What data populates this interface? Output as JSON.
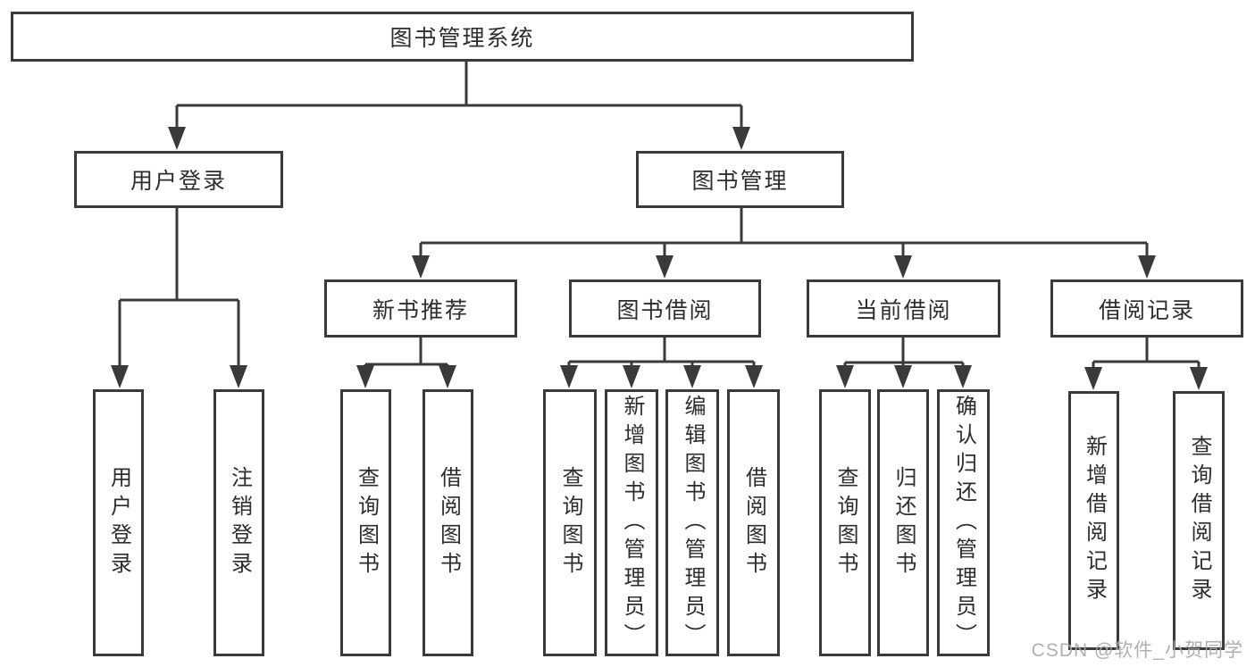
{
  "diagram": {
    "root": {
      "label": "图书管理系统"
    },
    "level2": [
      {
        "label": "用户登录"
      },
      {
        "label": "图书管理"
      }
    ],
    "level3": [
      {
        "label": "新书推荐"
      },
      {
        "label": "图书借阅"
      },
      {
        "label": "当前借阅"
      },
      {
        "label": "借阅记录"
      }
    ],
    "leaves": {
      "user_login": [
        {
          "label": "用户登录"
        },
        {
          "label": "注销登录"
        }
      ],
      "new_book_recommendation": [
        {
          "label": "查询图书"
        },
        {
          "label": "借阅图书"
        }
      ],
      "book_borrowing": [
        {
          "label": "查询图书"
        },
        {
          "label": "新增图书（管理员）"
        },
        {
          "label": "编辑图书（管理员）"
        },
        {
          "label": "借阅图书"
        }
      ],
      "current_borrowing": [
        {
          "label": "查询图书"
        },
        {
          "label": "归还图书"
        },
        {
          "label": "确认归还（管理员）"
        }
      ],
      "borrowing_records": [
        {
          "label": "新增借阅记录"
        },
        {
          "label": "查询借阅记录"
        }
      ]
    },
    "watermark": "CSDN @软件_小贺同学",
    "colors": {
      "line": "#3a3a3a",
      "box_border": "#3a3a3a",
      "text": "#2d2d2d",
      "watermark": "#a8a8a8",
      "background": "#ffffff"
    }
  }
}
